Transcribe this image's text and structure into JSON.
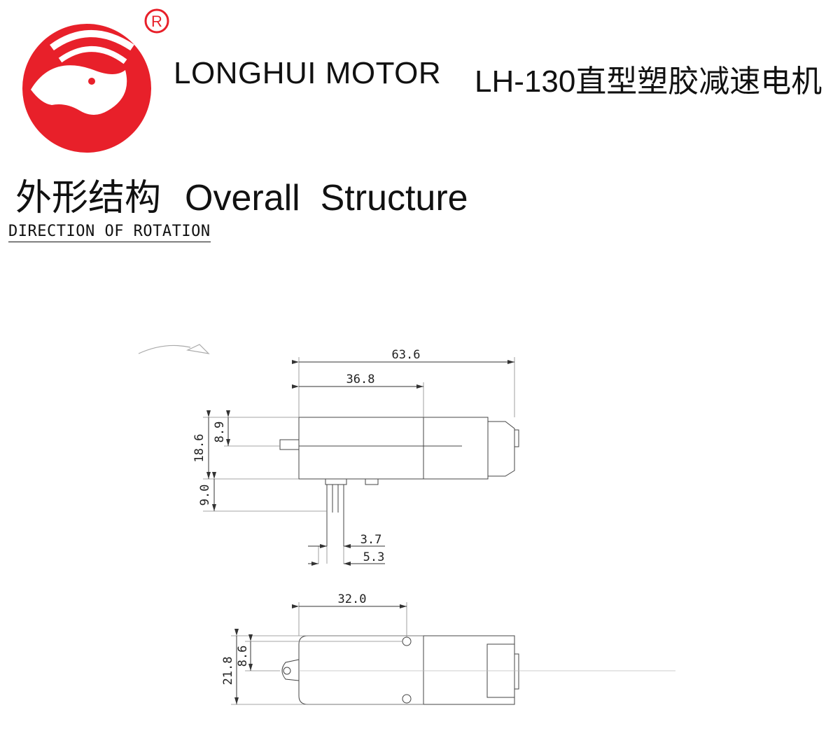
{
  "header": {
    "brand": "LONGHUI MOTOR",
    "model": "LH-130直型塑胶减速电机",
    "registered_mark": "R"
  },
  "section": {
    "title_zh": "外形结构",
    "title_en": "Overall  Structure"
  },
  "rotation_label": "DIRECTION OF ROTATION",
  "dimensions": {
    "total_length": "63.6",
    "gearbox_length": "36.8",
    "shaft_offset": "8.9",
    "body_height": "18.6",
    "terminal_height": "9.0",
    "terminal_pitch": "3.7",
    "terminal_span": "5.3",
    "mount_hole_distance": "32.0",
    "width": "21.8",
    "mount_offset": "8.6"
  },
  "colors": {
    "logo_red": "#e8202a",
    "line": "#333333",
    "light_line": "#aaaaaa"
  }
}
